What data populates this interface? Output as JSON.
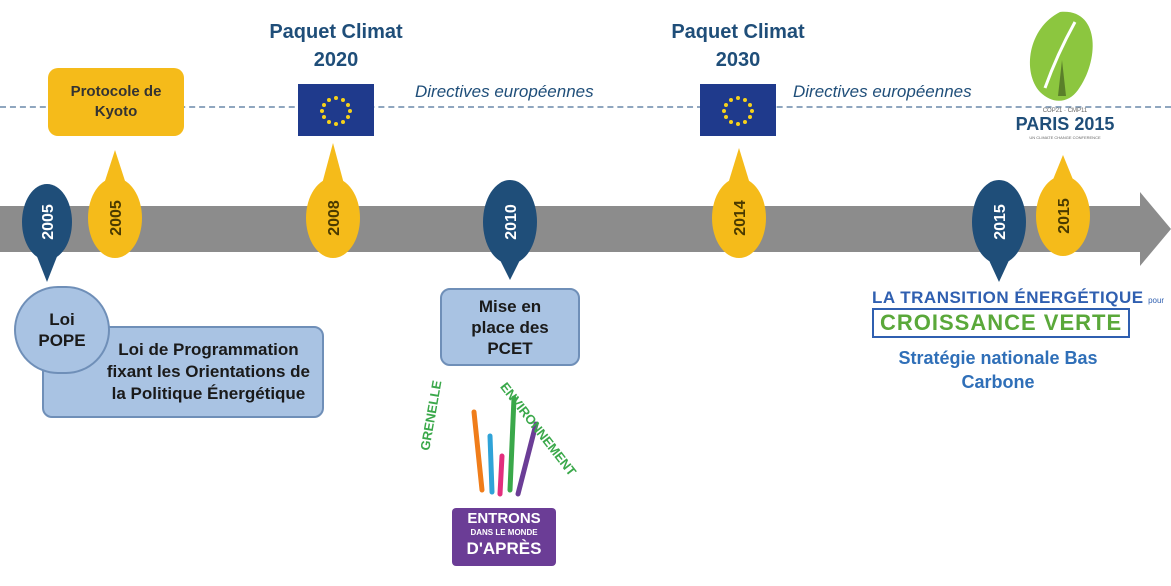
{
  "paquets": [
    {
      "line1": "Paquet Climat",
      "line2": "2020"
    },
    {
      "line1": "Paquet Climat",
      "line2": "2030"
    }
  ],
  "directives": [
    "Directives européennes",
    "Directives européennes"
  ],
  "kyoto": "Protocole de\nKyoto",
  "years": {
    "y2005_blue": "2005",
    "y2005_gold": "2005",
    "y2008": "2008",
    "y2010": "2010",
    "y2014": "2014",
    "y2015_blue": "2015",
    "y2015_gold": "2015"
  },
  "loi_pope": "Loi\nPOPE",
  "loi_prog": "Loi de Programmation\nfixant les Orientations de\nla Politique Énergétique",
  "pcet": "Mise en\nplace des\nPCET",
  "grenelle": {
    "arc_left": "GRENELLE",
    "arc_right": "ENVIRONNEMENT",
    "badge_line1": "ENTRONS",
    "badge_line2": "DANS LE MONDE",
    "badge_line3": "D'APRÈS"
  },
  "cop": {
    "small": "COP21 · CMP11",
    "main": "PARIS 2015",
    "sub": "UN CLIMATE CHANGE CONFERENCE"
  },
  "transition": {
    "top": "LA TRANSITION ÉNERGÉTIQUE",
    "top_small": "pour la",
    "bottom": "CROISSANCE VERTE"
  },
  "strategy": "Stratégie nationale Bas\nCarbone",
  "colors": {
    "navy": "#1f4e79",
    "gold": "#f5bb1a",
    "eu_blue": "#1f3a8c",
    "arrow_gray": "#8c8c8c",
    "box_blue": "#a9c3e3"
  }
}
